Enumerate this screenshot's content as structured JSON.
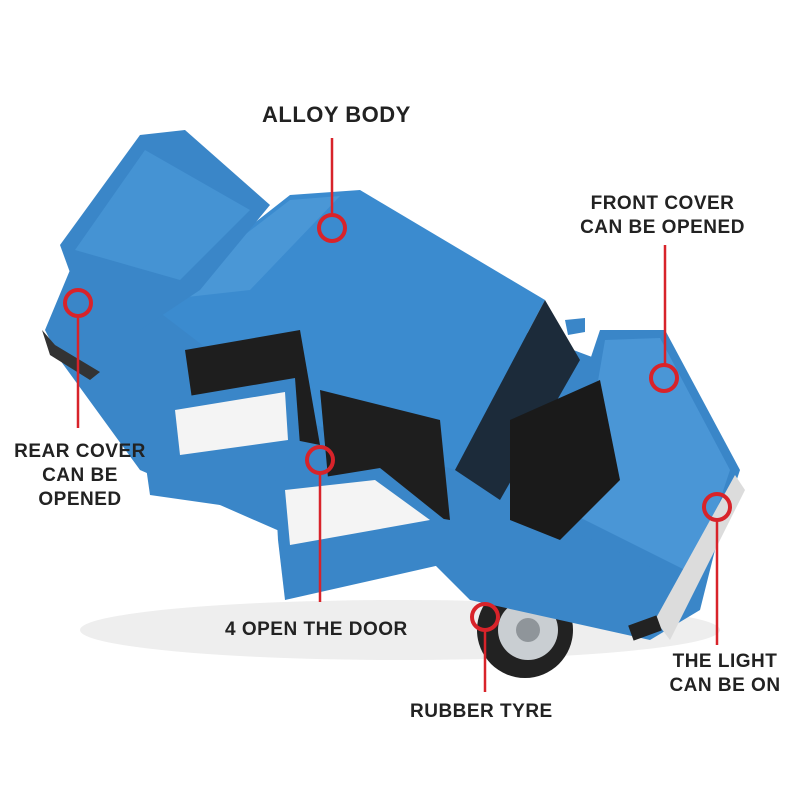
{
  "colors": {
    "car_body": "#3a86c8",
    "car_shadow": "#1f5e9c",
    "marker": "#d8232a",
    "text": "#222222"
  },
  "labels": {
    "alloy_body": "ALLOY BODY",
    "front_cover": [
      "FRONT COVER",
      "CAN BE OPENED"
    ],
    "rear_cover": [
      "REAR COVER",
      "CAN BE",
      "OPENED"
    ],
    "doors": "4 OPEN THE DOOR",
    "tyre": "RUBBER TYRE",
    "light": [
      "THE LIGHT",
      "CAN BE ON"
    ]
  }
}
